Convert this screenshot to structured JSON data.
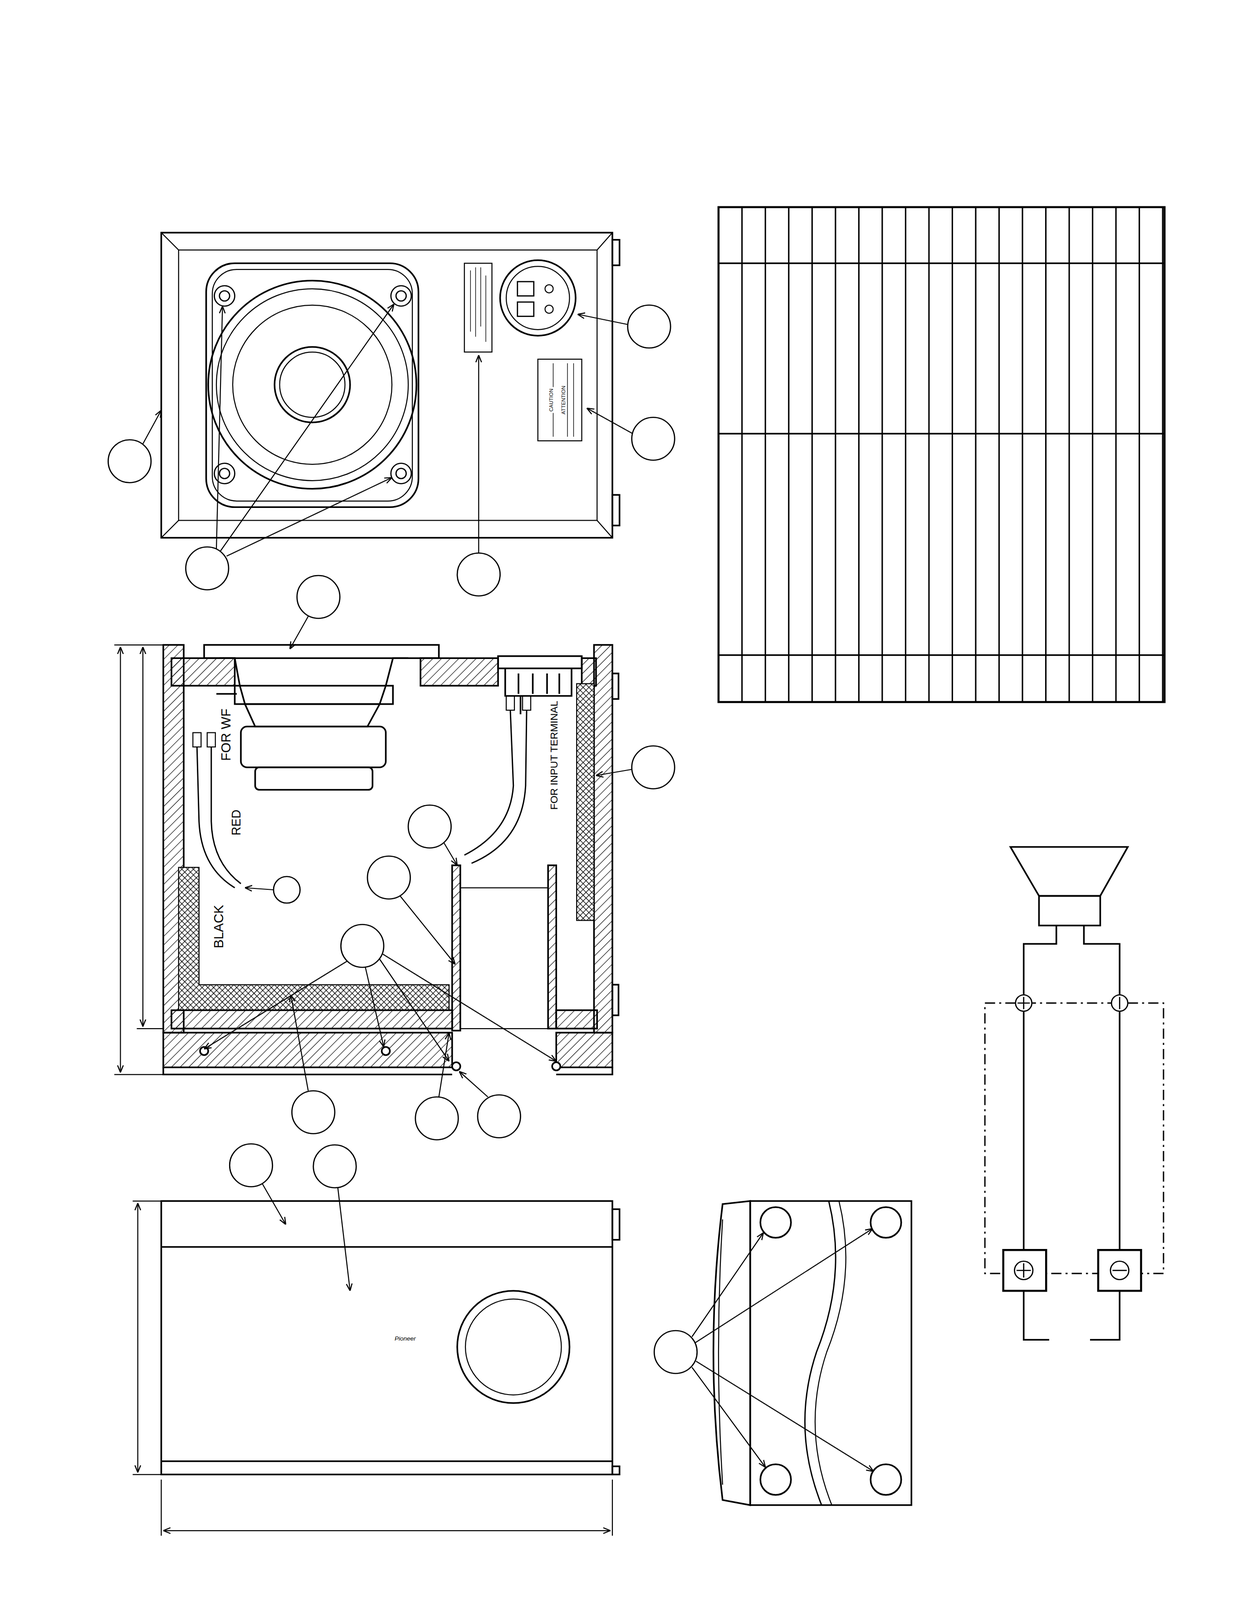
{
  "diagram": {
    "labels": [
      "CAUTION",
      "ATTENTION",
      "FOR WF",
      "RED",
      "BLACK",
      "FOR INPUT TERMINAL",
      "Pioneer"
    ]
  }
}
